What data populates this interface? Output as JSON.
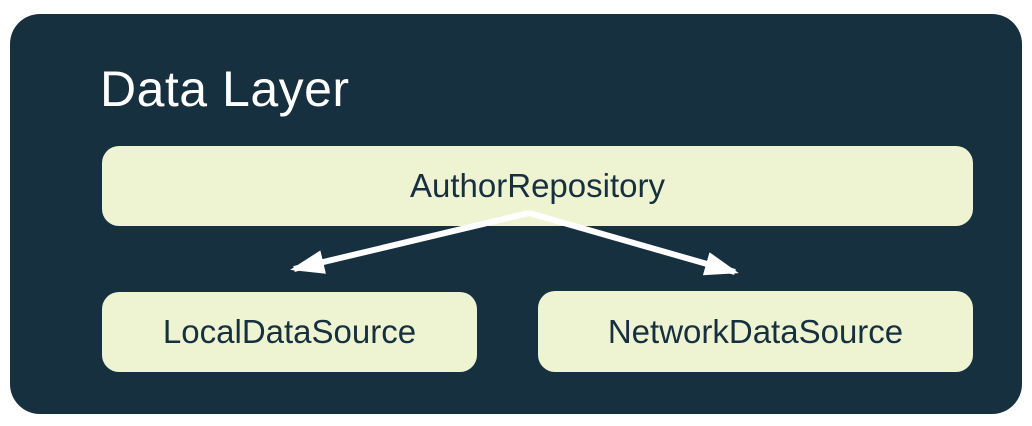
{
  "diagram": {
    "title": "Data Layer",
    "nodes": [
      {
        "id": "author-repository",
        "label": "AuthorRepository"
      },
      {
        "id": "local-data-source",
        "label": "LocalDataSource"
      },
      {
        "id": "network-data-source",
        "label": "NetworkDataSource"
      }
    ],
    "edges": [
      {
        "from": "AuthorRepository",
        "to": "LocalDataSource"
      },
      {
        "from": "AuthorRepository",
        "to": "NetworkDataSource"
      }
    ],
    "colors": {
      "page_bg": "#ffffff",
      "container_bg": "#17303f",
      "node_bg": "#eef4d2",
      "node_text": "#17303f",
      "title_text": "#ffffff",
      "arrow": "#ffffff"
    }
  }
}
